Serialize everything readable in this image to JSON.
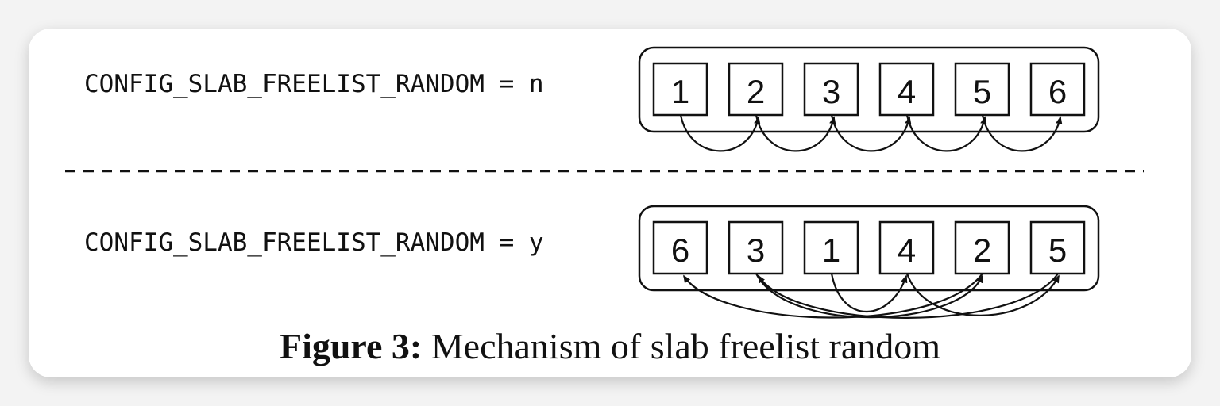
{
  "rows": [
    {
      "config_label": "CONFIG_SLAB_FREELIST_RANDOM = n",
      "slots": [
        "1",
        "2",
        "3",
        "4",
        "5",
        "6"
      ]
    },
    {
      "config_label": "CONFIG_SLAB_FREELIST_RANDOM = y",
      "slots": [
        "6",
        "3",
        "1",
        "4",
        "2",
        "5"
      ]
    }
  ],
  "caption": {
    "label": "Figure 3:",
    "text": " Mechanism of slab freelist random"
  },
  "colors": {
    "ink": "#111111",
    "card": "#ffffff",
    "background": "#f3f3f3"
  }
}
